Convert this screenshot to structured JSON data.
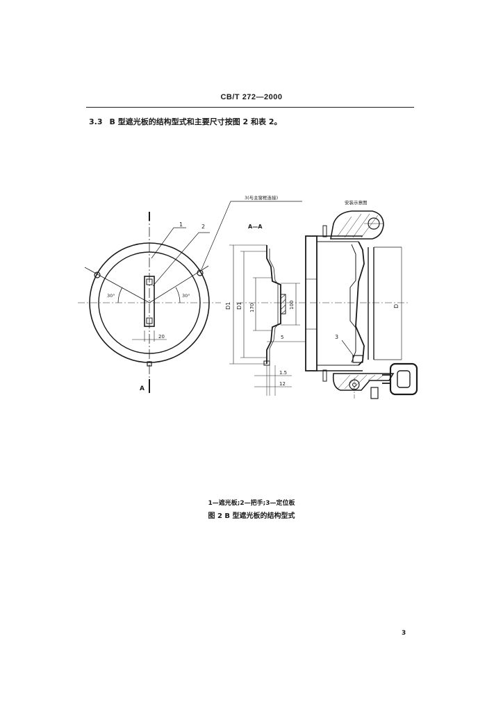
{
  "header": {
    "standard_code": "CB/T 272—2000"
  },
  "clause": {
    "number": "3.3",
    "text": "B 型遮光板的结构型式和主要尺寸按图 2 和表 2。"
  },
  "figure": {
    "callouts": {
      "part1": "1",
      "part2": "2",
      "part3_note": "3(与主窗框连接)",
      "part3": "3"
    },
    "section_label": "A—A",
    "install_label": "安装示意图",
    "section_marker": "A",
    "angle_left": "30°",
    "angle_right": "30°",
    "dims": {
      "width_20": "20",
      "D1": "D1",
      "d170": "170",
      "d100": "100",
      "d5": "5",
      "d1_5": "1.5",
      "d12": "12",
      "D": "D"
    },
    "legend": "1—遮光板;2—把手;3—定位板",
    "caption": "图 2  B 型遮光板的结构型式"
  },
  "page_number": "3"
}
